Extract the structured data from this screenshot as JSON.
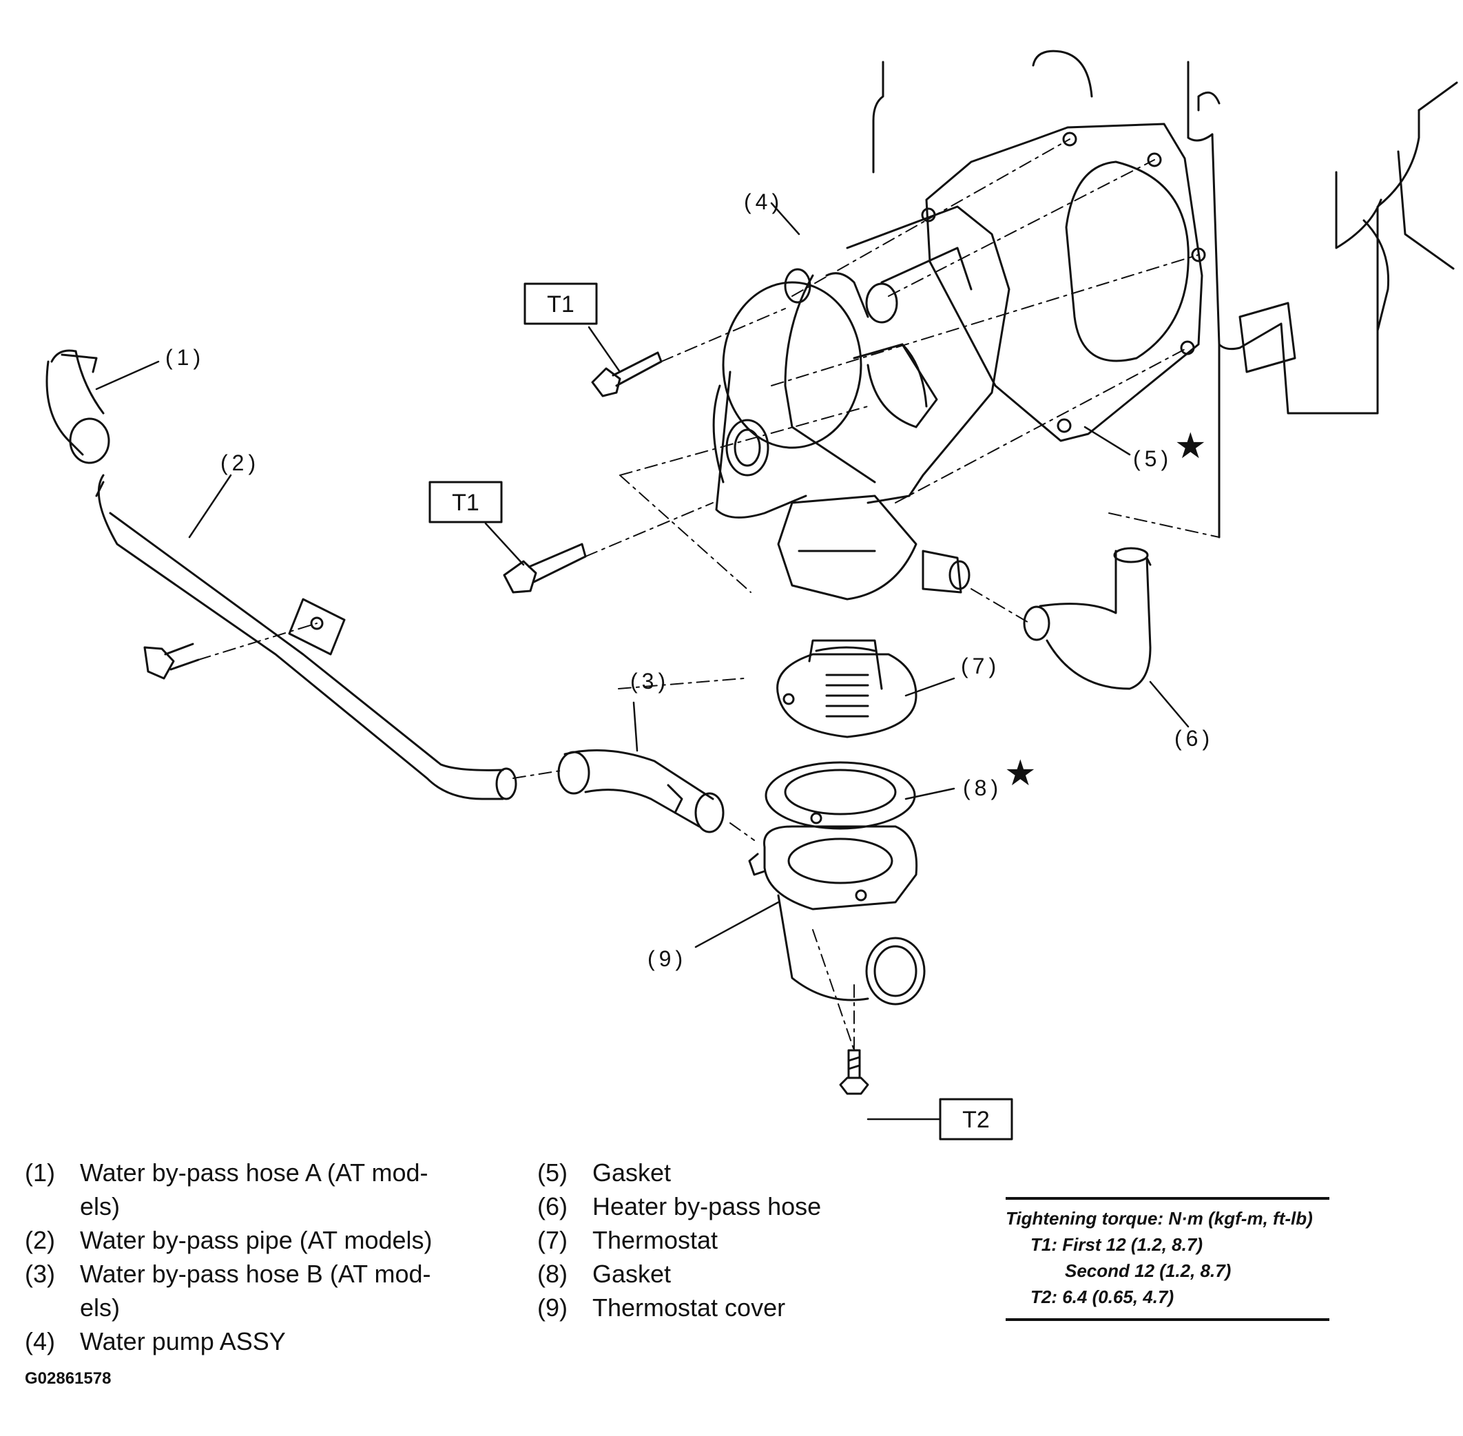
{
  "callouts": {
    "c1": "(1)",
    "c2": "(2)",
    "c3": "(3)",
    "c4": "(4)",
    "c5": "(5)",
    "c6": "(6)",
    "c7": "(7)",
    "c8": "(8)",
    "c9": "(9)",
    "star": "★"
  },
  "torque_tags": {
    "t1": "T1",
    "t2": "T2"
  },
  "legend": [
    {
      "num": "(1)",
      "text": "Water by-pass hose A (AT mod-\nels)"
    },
    {
      "num": "(2)",
      "text": "Water by-pass pipe (AT models)"
    },
    {
      "num": "(3)",
      "text": "Water by-pass hose B (AT mod-\nels)"
    },
    {
      "num": "(4)",
      "text": "Water pump ASSY"
    },
    {
      "num": "(5)",
      "text": "Gasket"
    },
    {
      "num": "(6)",
      "text": "Heater by-pass hose"
    },
    {
      "num": "(7)",
      "text": "Thermostat"
    },
    {
      "num": "(8)",
      "text": "Gasket"
    },
    {
      "num": "(9)",
      "text": "Thermostat cover"
    }
  ],
  "torque_table": {
    "heading": "Tightening torque: N·m (kgf-m, ft-lb)",
    "t1_first": "T1: First 12 (1.2, 8.7)",
    "t1_second": "Second 12 (1.2, 8.7)",
    "t2": "T2: 6.4 (0.65, 4.7)"
  },
  "figure_id": "G02861578"
}
